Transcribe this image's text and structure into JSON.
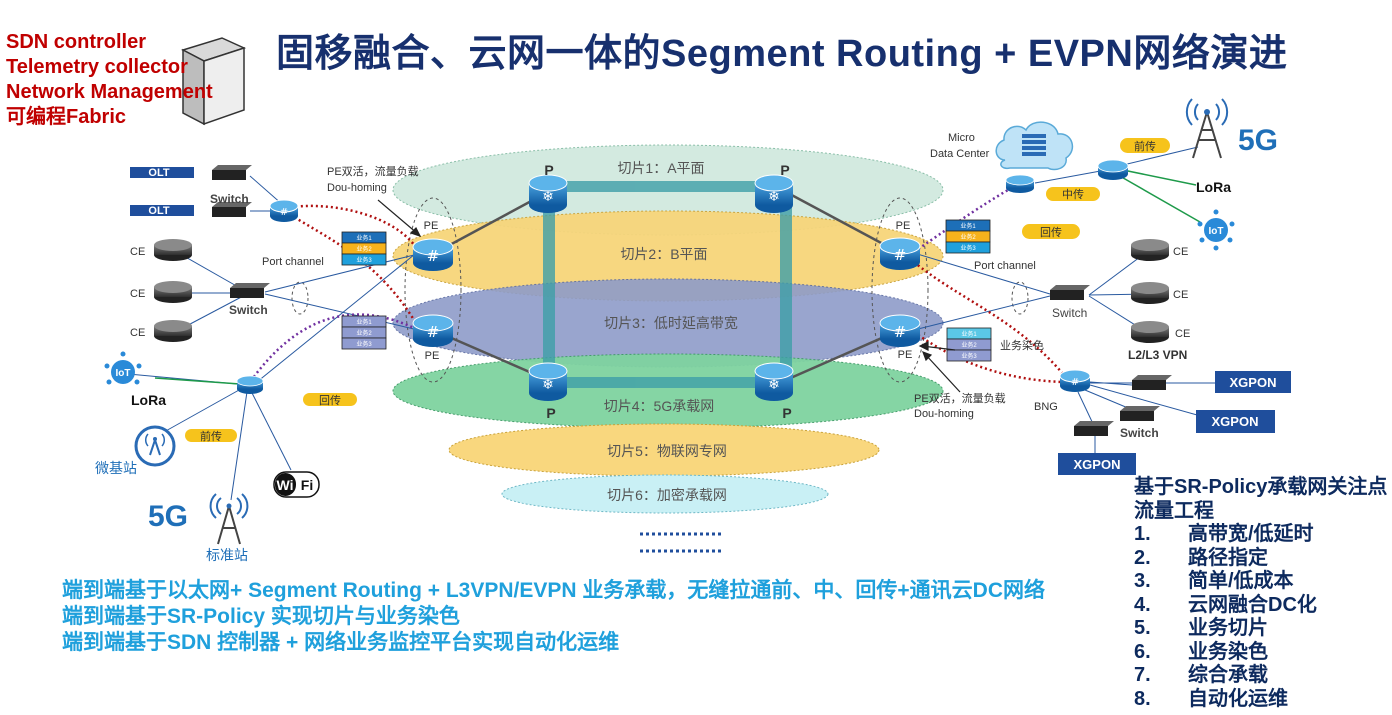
{
  "title": "固移融合、云网一体的Segment Routing + EVPN网络演进",
  "sdn_lines": [
    "SDN controller",
    "Telemetry collector",
    "Network Management",
    "可编程Fabric"
  ],
  "slices": [
    "切片1：A平面",
    "切片2：B平面",
    "切片3：低时延高带宽",
    "切片4：5G承载网",
    "切片5：物联网专网",
    "切片6：加密承载网"
  ],
  "labels": {
    "p": "P",
    "pe": "PE",
    "ce": "CE",
    "switch": "Switch",
    "olt": "OLT",
    "port_channel": "Port channel",
    "pe_dual_homing_1": "PE双活，流量负载",
    "pe_dual_homing_2": "Dou-homing",
    "micro_dc_1": "Micro",
    "micro_dc_2": "Data Center",
    "fronthaul": "前传",
    "midhaul": "中传",
    "backhaul": "回传",
    "lora": "LoRa",
    "iot": "IoT",
    "five_g": "5G",
    "micro_station": "微基站",
    "standard_station": "标准站",
    "wifi_1": "Wi",
    "wifi_2": "Fi",
    "l2l3vpn": "L2/L3 VPN",
    "bng": "BNG",
    "xgpon": "XGPON",
    "service_coloring": "业务染色",
    "svc1": "业务1",
    "svc2": "业务2",
    "svc3": "业务3"
  },
  "bottom_lines": [
    "端到端基于以太网+ Segment Routing + L3VPN/EVPN 业务承载，无缝拉通前、中、回传+通讯云DC网络",
    "端到端基于SR-Policy  实现切片与业务染色",
    "端到端基于SDN 控制器 + 网络业务监控平台实现自动化运维"
  ],
  "focus": {
    "title": "基于SR-Policy承载网关注点",
    "subtitle": "流量工程",
    "items": [
      {
        "num": "1.",
        "text": "高带宽/低延时"
      },
      {
        "num": "2.",
        "text": "路径指定"
      },
      {
        "num": "3.",
        "text": "简单/低成本"
      },
      {
        "num": "4.",
        "text": "云网融合DC化"
      },
      {
        "num": "5.",
        "text": "业务切片"
      },
      {
        "num": "6.",
        "text": "业务染色"
      },
      {
        "num": "7.",
        "text": "综合承载"
      },
      {
        "num": "8.",
        "text": "自动化运维"
      }
    ]
  },
  "colors": {
    "title": "#17306e",
    "sdn": "#c00000",
    "bottom_text": "#1fa0dc",
    "slice1": "#cfe8dd",
    "slice2": "#f7d57a",
    "slice3": "#8e9cc9",
    "slice4": "#7fd3a0",
    "slice5": "#f9d77e",
    "slice6": "#c9f0f5",
    "device_blue": "#1d6fb8",
    "label_blue": "#1f4e9c",
    "pill_yellow": "#f6c31c",
    "purple_path": "#7030a0",
    "red_path": "#b01010"
  },
  "icons": [
    "server-icon",
    "p-router-icon",
    "pe-router-icon",
    "router-icon",
    "switch-icon",
    "cloud-icon",
    "cell-tower-icon",
    "iot-icon",
    "wifi-icon",
    "micro-station-icon"
  ]
}
